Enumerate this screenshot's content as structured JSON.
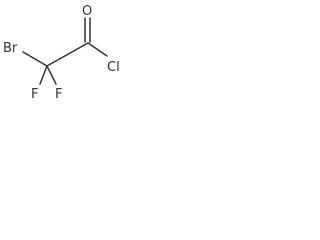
{
  "molecule": {
    "atoms": {
      "br": "Br",
      "o": "O",
      "cl": "Cl",
      "f_left": "F",
      "f_right": "F"
    },
    "bonds": [
      {
        "from": "Br",
        "to": "C1",
        "order": 1
      },
      {
        "from": "C1",
        "to": "C2",
        "order": 1
      },
      {
        "from": "C2",
        "to": "O",
        "order": 2
      },
      {
        "from": "C2",
        "to": "Cl",
        "order": 1
      },
      {
        "from": "C1",
        "to": "F",
        "order": 1
      },
      {
        "from": "C1",
        "to": "F",
        "order": 1
      }
    ],
    "colors": {
      "ink": "#333333",
      "background": "#ffffff"
    }
  }
}
